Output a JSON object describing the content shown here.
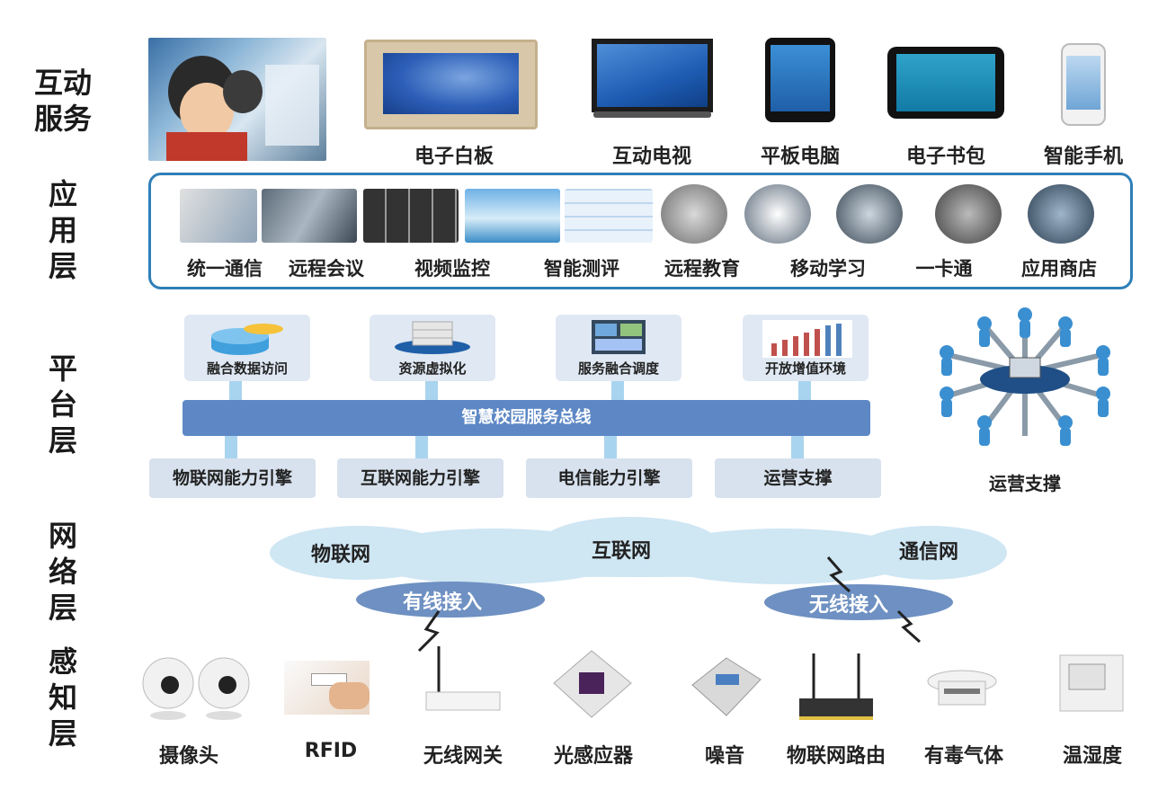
{
  "layers": {
    "interactive": [
      "互动",
      "服务"
    ],
    "application": [
      "应",
      "用",
      "层"
    ],
    "platform": [
      "平",
      "台",
      "层"
    ],
    "network": [
      "网",
      "络",
      "层"
    ],
    "sensing": [
      "感",
      "知",
      "层"
    ]
  },
  "devices": [
    "电子白板",
    "互动电视",
    "平板电脑",
    "电子书包",
    "智能手机"
  ],
  "applications": [
    "统一通信",
    "远程会议",
    "视频监控",
    "智能测评",
    "远程教育",
    "移动学习",
    "一卡通",
    "应用商店"
  ],
  "platform": {
    "services": [
      "融合数据访问",
      "资源虚拟化",
      "服务融合调度",
      "开放增值环境"
    ],
    "bus": "智慧校园服务总线",
    "engines": [
      "物联网能力引擎",
      "互联网能力引擎",
      "电信能力引擎",
      "运营支撑"
    ],
    "ops_label": "运营支撑"
  },
  "network": {
    "clouds": [
      "物联网",
      "互联网",
      "通信网"
    ],
    "access": [
      "有线接入",
      "无线接入"
    ]
  },
  "sensors": [
    "摄像头",
    "RFID",
    "无线网关",
    "光感应器",
    "噪音",
    "物联网路由",
    "有毒气体",
    "温湿度"
  ],
  "colors": {
    "band_border": "#2f7fb8",
    "bus": "#5d88c5",
    "connector": "#a9d4ef",
    "cloud_light": "#cfe6f3",
    "cloud_dark": "#6e90c2",
    "panel": "#dfe8f3"
  }
}
